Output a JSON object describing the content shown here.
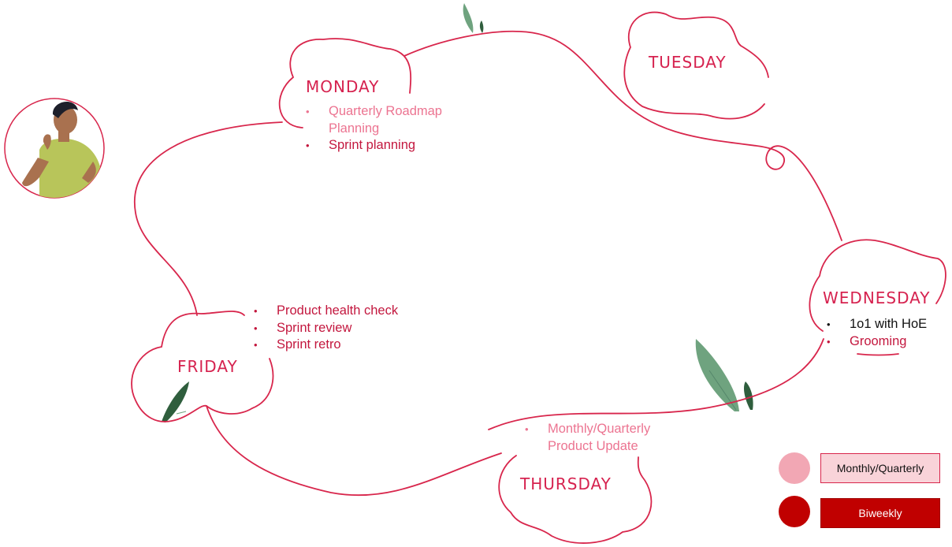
{
  "days": {
    "monday": "MONDAY",
    "tuesday": "TUESDAY",
    "wednesday": "WEDNESDAY",
    "thursday": "THURSDAY",
    "friday": "FRIDAY"
  },
  "tasks": {
    "monday": [
      {
        "text": "Quarterly Roadmap Planning",
        "frequency": "monthly-quarterly"
      },
      {
        "text": "Sprint planning",
        "frequency": "biweekly"
      }
    ],
    "wednesday": [
      {
        "text": "1o1 with HoE",
        "frequency": "other"
      },
      {
        "text": "Grooming",
        "frequency": "biweekly"
      }
    ],
    "thursday": [
      {
        "text": "Monthly/Quarterly Product Update",
        "frequency": "monthly-quarterly"
      }
    ],
    "friday": [
      {
        "text": "Product health check",
        "frequency": "biweekly"
      },
      {
        "text": "Sprint review",
        "frequency": "biweekly"
      },
      {
        "text": "Sprint retro",
        "frequency": "biweekly"
      }
    ]
  },
  "legend": {
    "monthly": "Monthly/Quarterly",
    "biweekly": "Biweekly"
  },
  "colors": {
    "line": "#d8264c",
    "monthly": "#ec7491",
    "biweekly": "#c3173e",
    "monthly_swatch": "#f2a7b4",
    "monthly_box": "#f9d3d9",
    "biweekly_swatch": "#c00000",
    "leaf_light": "#6fa37f",
    "leaf_dark": "#2f5e3d",
    "skin": "#a9714f",
    "shirt": "#b8c55a"
  }
}
